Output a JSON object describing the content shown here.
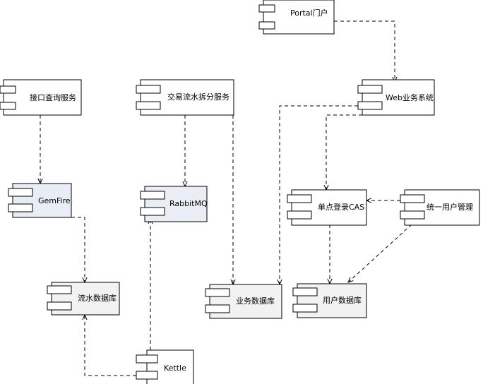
{
  "components": {
    "portal": {
      "label": "Portal门户",
      "fill": "#ffffff"
    },
    "query_service": {
      "label": "接口查询服务",
      "fill": "#ffffff"
    },
    "split_service": {
      "label": "交易流水拆分服务",
      "fill": "#ffffff"
    },
    "web_system": {
      "label": "Web业务系统",
      "fill": "#ffffff"
    },
    "gemfire": {
      "label": "GemFire",
      "fill": "#e9edf4"
    },
    "rabbitmq": {
      "label": "RabbitMQ",
      "fill": "#e9edf4"
    },
    "sso_cas": {
      "label": "单点登录CAS",
      "fill": "#ffffff"
    },
    "user_mgmt": {
      "label": "统一用户管理",
      "fill": "#ffffff"
    },
    "flow_db": {
      "label": "流水数据库",
      "fill": "#f2f2f2"
    },
    "biz_db": {
      "label": "业务数据库",
      "fill": "#f2f2f2"
    },
    "user_db": {
      "label": "用户数据库",
      "fill": "#f2f2f2"
    },
    "kettle": {
      "label": "Kettle",
      "fill": "#ffffff"
    }
  }
}
